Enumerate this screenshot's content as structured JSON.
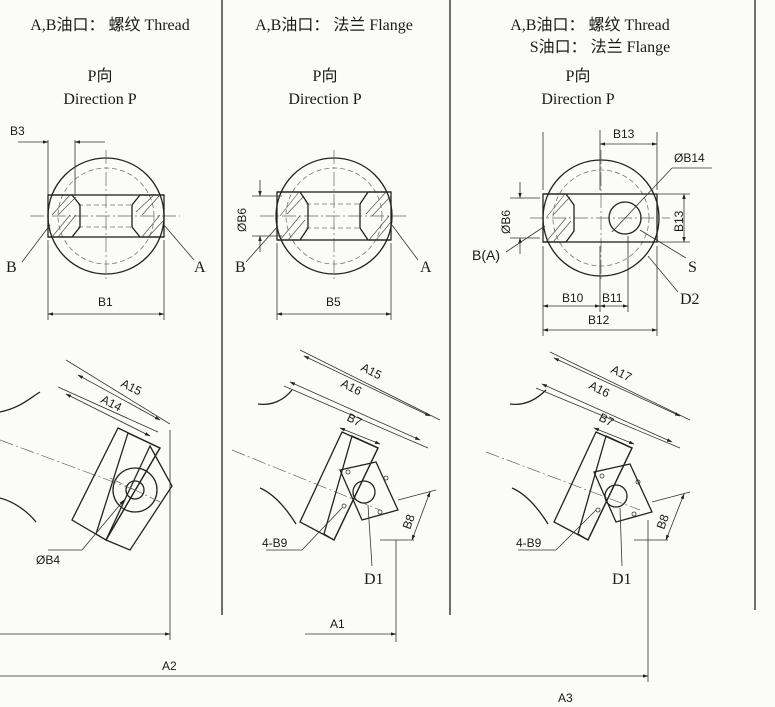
{
  "panels": [
    {
      "header_lines": [
        "A,B油口： 螺纹  Thread"
      ],
      "view_cn": "P向",
      "view_en": "Direction P",
      "port_left": "B",
      "port_right": "A",
      "width_dim": "B1",
      "offset_dim": "B3",
      "long_dims": [
        "A15",
        "A14"
      ],
      "bore_dim": "ØB4"
    },
    {
      "header_lines": [
        "A,B油口： 法兰  Flange"
      ],
      "view_cn": "P向",
      "view_en": "Direction P",
      "port_left": "B",
      "port_right": "A",
      "width_dim": "B5",
      "bore_dim": "ØB6",
      "long_dims": [
        "A15",
        "A16",
        "B7"
      ],
      "height_dim": "B8",
      "bolts": "4-B9",
      "drain": "D1"
    },
    {
      "header_lines": [
        "A,B油口： 螺纹  Thread",
        "S油口： 法兰  Flange"
      ],
      "view_cn": "P向",
      "view_en": "Direction P",
      "port_left": "B(A)",
      "port_s": "S",
      "drain_top": "D2",
      "top_dim": "B13",
      "s_bore_dim": "ØB14",
      "bore_dim": "ØB6",
      "side_dim": "B13",
      "split_dims": [
        "B10",
        "B11"
      ],
      "total_dim": "B12",
      "long_dims": [
        "A17",
        "A16",
        "B7"
      ],
      "height_dim": "B8",
      "bolts": "4-B9",
      "drain": "D1"
    }
  ],
  "bottom_dims": [
    "A1",
    "A2",
    "A3"
  ]
}
